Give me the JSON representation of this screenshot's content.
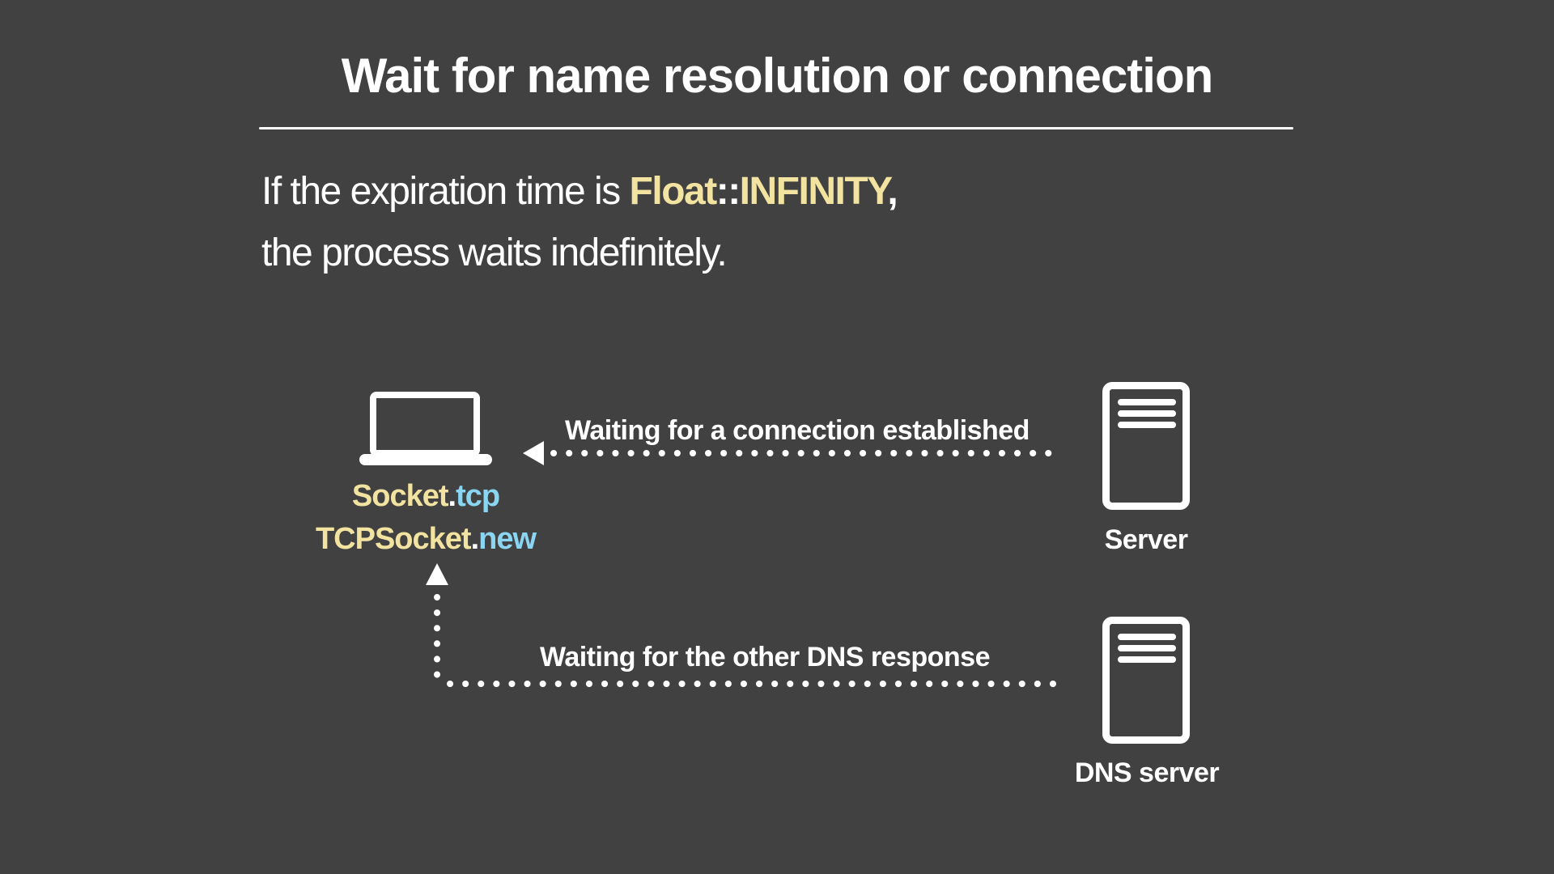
{
  "slide": {
    "title": "Wait for name resolution or connection",
    "body": {
      "line1_prefix": "If the expiration time is ",
      "highlight_class": "Float",
      "highlight_sep": "::",
      "highlight_const": "INFINITY",
      "line1_suffix": ",",
      "line2": "the process waits indefinitely."
    },
    "diagram": {
      "client": {
        "code1_receiver": "Socket",
        "code1_dot": ".",
        "code1_method": "tcp",
        "code2_receiver": "TCPSocket",
        "code2_dot": ".",
        "code2_method": "new"
      },
      "server_label": "Server",
      "dns_server_label": "DNS server",
      "arrow_top_label": "Waiting for a connection established",
      "arrow_bottom_label": "Waiting for the other DNS response"
    },
    "colors": {
      "background": "#414141",
      "text": "#ffffff",
      "highlight_yellow": "#f2e3a0",
      "highlight_cyan": "#8ad6f2"
    }
  }
}
